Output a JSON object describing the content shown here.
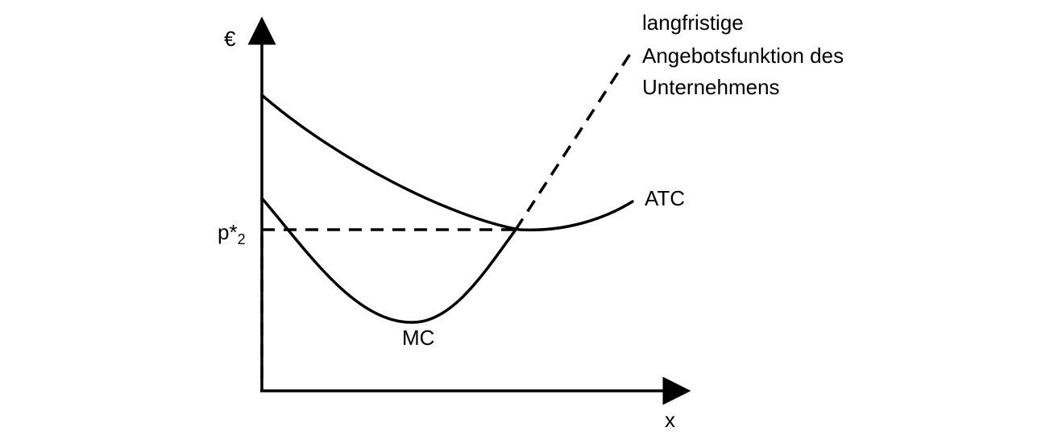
{
  "labels": {
    "y_axis": "€",
    "x_axis": "x",
    "price_main": "p*",
    "price_sub": "2",
    "atc": "ATC",
    "mc": "MC",
    "supply_line1": "langfristige",
    "supply_line2": "Angebotsfunktion des",
    "supply_line3": "Unternehmens"
  }
}
